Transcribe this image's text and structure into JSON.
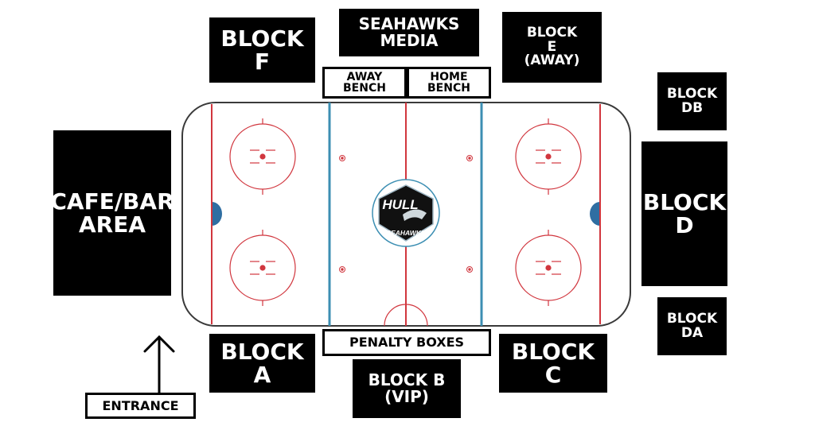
{
  "blocks": {
    "f": "BLOCK\nF",
    "media": "SEAHAWKS\nMEDIA",
    "e": "BLOCK\nE\n(AWAY)",
    "db": "BLOCK\nDB",
    "cafe": "CAFE/BAR\nAREA",
    "d": "BLOCK\nD",
    "da": "BLOCK\nDA",
    "a": "BLOCK\nA",
    "b": "BLOCK B\n(VIP)",
    "c": "BLOCK\nC"
  },
  "benches": {
    "away": "AWAY\nBENCH",
    "home": "HOME\nBENCH"
  },
  "penalty_boxes": "PENALTY BOXES",
  "entrance": "ENTRANCE",
  "logo": {
    "top_text": "HULL",
    "bottom_text": "SEAHAWKS"
  },
  "colors": {
    "red_line": "#d1363e",
    "blue_line": "#3d8fb3",
    "crease": "#2f6ea2",
    "block": "#000000"
  }
}
